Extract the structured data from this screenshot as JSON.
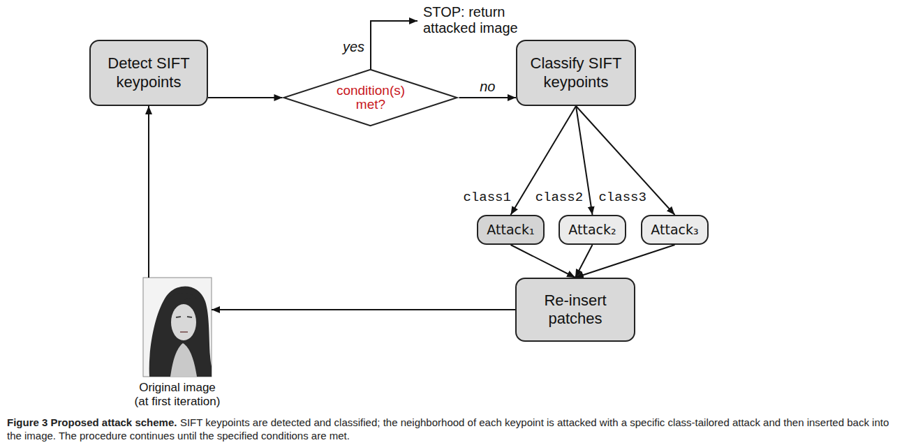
{
  "diagram": {
    "title": "Figure 3 Proposed attack scheme.",
    "caption": "SIFT keypoints are detected and classified; the neighborhood of each keypoint is attacked with a specific class-tailored attack and then inserted back into the image. The procedure continues until the specified conditions are met.",
    "nodes": [
      {
        "text": [
          "Detect SIFT keypoints"
        ]
      },
      {
        "text": [
          "condition(s) met?"
        ]
      },
      {
        "text": [
          "Classify SIFT keypoints"
        ]
      },
      {
        "text": [
          "Attack₁"
        ]
      },
      {
        "text": [
          "Attack₂"
        ]
      },
      {
        "text": [
          "Attack₃"
        ]
      },
      {
        "text": [
          "Re-insert patches"
        ]
      },
      {
        "text": [
          "Original image (at first iteration)"
        ]
      }
    ],
    "edges": [
      {
        "from": 0,
        "to": 1,
        "arrow": "to"
      },
      {
        "from": 1,
        "to": 2,
        "label": "no",
        "arrow": "to"
      },
      {
        "from": 2,
        "to": 3,
        "label": "class1",
        "arrow": "to"
      },
      {
        "from": 2,
        "to": 4,
        "label": "class2",
        "arrow": "to"
      },
      {
        "from": 2,
        "to": 5,
        "label": "class3",
        "arrow": "to"
      },
      {
        "from": 3,
        "to": 6,
        "arrow": "to"
      },
      {
        "from": 4,
        "to": 6,
        "arrow": "to"
      },
      {
        "from": 5,
        "to": 6,
        "arrow": "to"
      },
      {
        "from": 6,
        "to": 7,
        "arrow": "to"
      },
      {
        "from": 7,
        "to": 0,
        "arrow": "to"
      }
    ],
    "labels": [
      "STOP: return attacked image",
      "yes"
    ]
  }
}
